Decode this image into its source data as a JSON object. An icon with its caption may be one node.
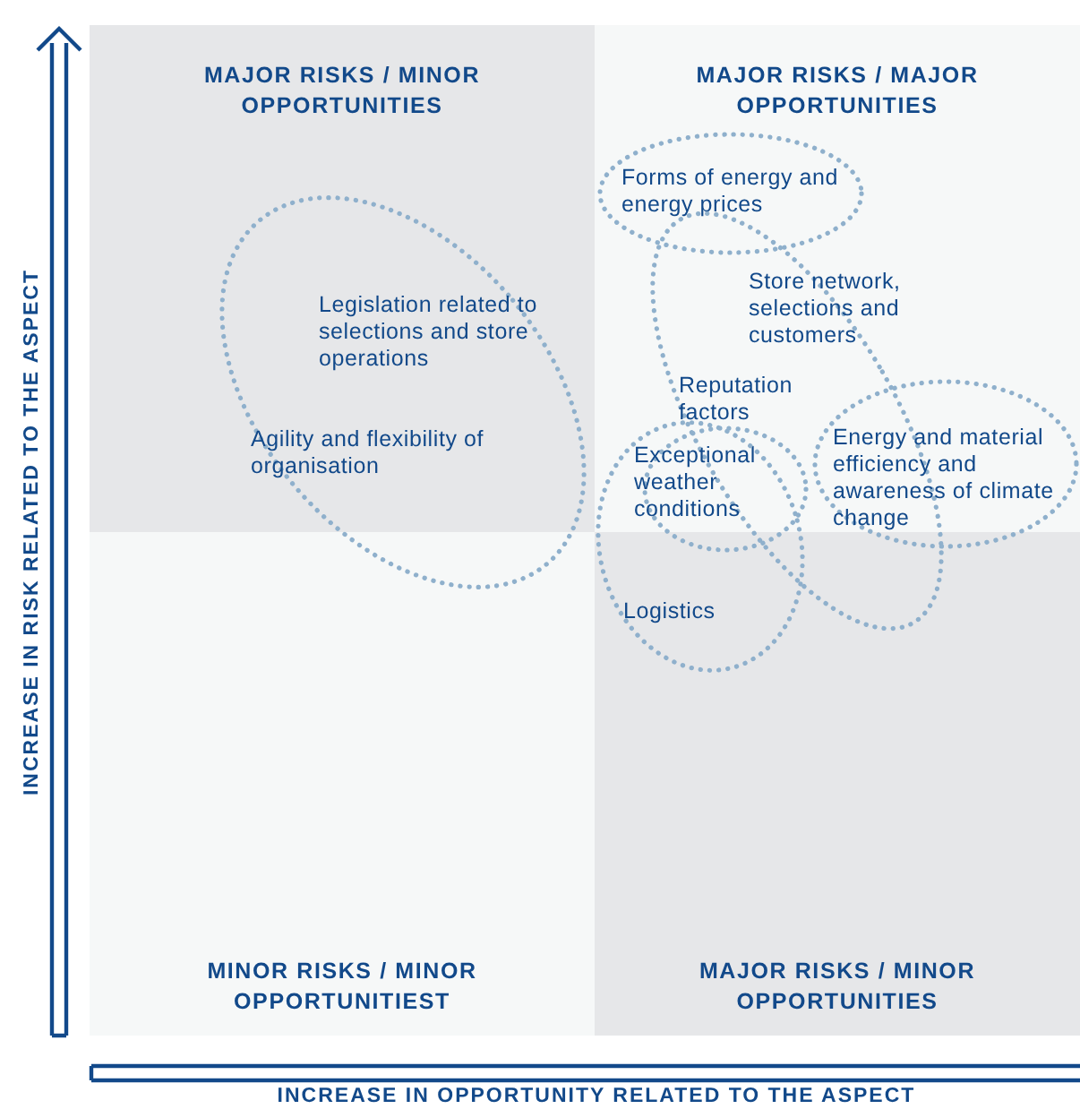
{
  "diagram": {
    "nodes": [
      {
        "text": [
          "MAJOR RISKS / MINOR OPPORTUNITIES"
        ]
      },
      {
        "text": [
          "MAJOR RISKS / MAJOR OPPORTUNITIES"
        ]
      },
      {
        "text": [
          "MINOR RISKS / MINOR OPPORTUNITIEST"
        ]
      },
      {
        "text": [
          "MAJOR RISKS / MINOR OPPORTUNITIES"
        ]
      },
      {
        "text": [
          "Legislation related to selections and store operations",
          "Agility and flexibility of organisation"
        ]
      },
      {
        "text": [
          "Forms of energy and energy prices"
        ],
        "in": 1
      },
      {
        "text": [
          "Store network, selections and customers",
          "Reputation factors"
        ]
      },
      {
        "text": [
          "Exceptional weather conditions"
        ]
      },
      {
        "text": [
          "Logistics"
        ]
      },
      {
        "text": [
          "Energy and material efficiency and awareness of climate change"
        ]
      }
    ],
    "labels": [
      "INCREASE IN RISK RELATED TO THE ASPECT",
      "INCREASE IN OPPORTUNITY RELATED TO THE ASPECT"
    ]
  }
}
